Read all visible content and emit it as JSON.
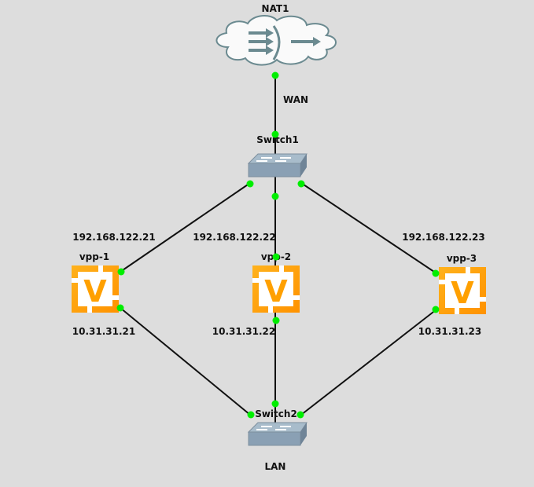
{
  "topology": {
    "background": "#dddddd",
    "colors": {
      "link": "#111111",
      "port": "#00ee00",
      "vpp_orange": "#ffa000",
      "switch": "#8aa0b4",
      "cloud_stroke": "#6b8a90"
    },
    "nodes": {
      "nat1": {
        "label": "NAT1",
        "type": "nat-cloud"
      },
      "switch1": {
        "label": "Switch1",
        "type": "switch"
      },
      "switch2": {
        "label": "Switch2",
        "type": "switch"
      },
      "vpp1": {
        "label": "vpp-1",
        "type": "vpp-router",
        "glyph": "V"
      },
      "vpp2": {
        "label": "vpp-2",
        "type": "vpp-router",
        "glyph": "V"
      },
      "vpp3": {
        "label": "vpp-3",
        "type": "vpp-router",
        "glyph": "V"
      }
    },
    "links": [
      {
        "from": "nat1",
        "to": "switch1",
        "label": "WAN"
      },
      {
        "from": "switch1",
        "to": "vpp1",
        "label": "192.168.122.21"
      },
      {
        "from": "switch1",
        "to": "vpp2",
        "label": "192.168.122.22"
      },
      {
        "from": "switch1",
        "to": "vpp3",
        "label": "192.168.122.23"
      },
      {
        "from": "vpp1",
        "to": "switch2",
        "label": "10.31.31.21"
      },
      {
        "from": "vpp2",
        "to": "switch2",
        "label": "10.31.31.22"
      },
      {
        "from": "vpp3",
        "to": "switch2",
        "label": "10.31.31.23"
      }
    ],
    "network_labels": {
      "lan": "LAN"
    }
  }
}
